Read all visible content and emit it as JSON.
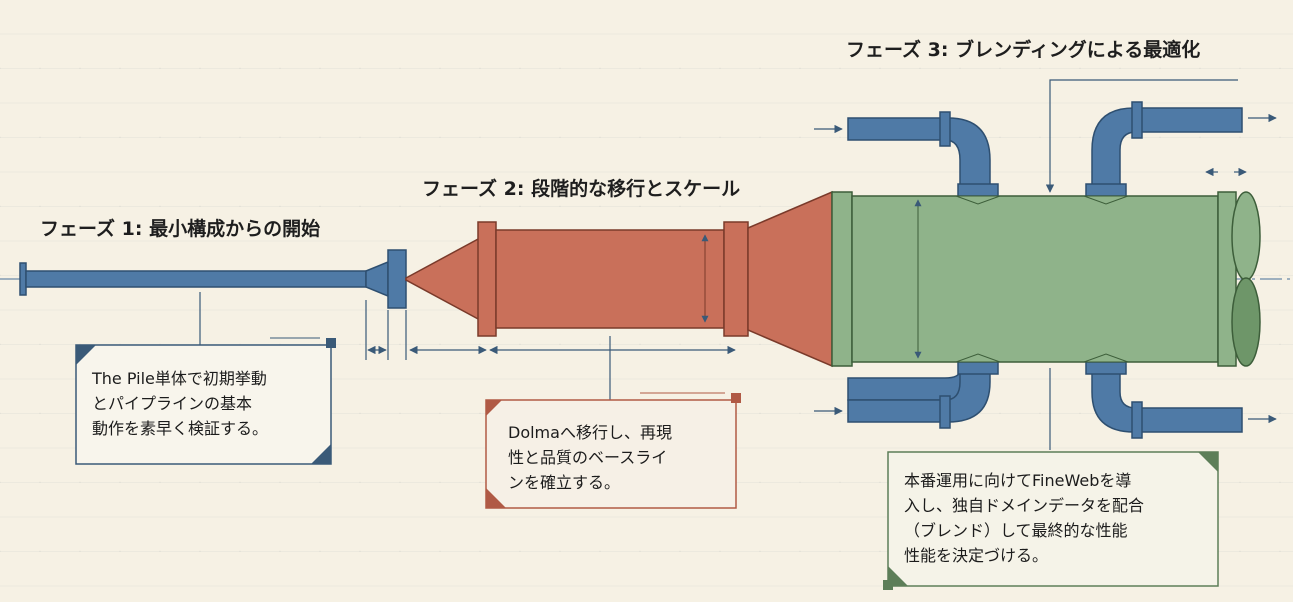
{
  "phases": [
    {
      "title": "フェーズ 1: 最小構成からの開始",
      "description": "The Pile単体で初期挙動\nとパイプラインの基本\n動作を素早く検証する。",
      "color": "#4f7aa6"
    },
    {
      "title": "フェーズ 2: 段階的な移行とスケール",
      "description": "Dolmaへ移行し、再現\n性と品質のベースライ\nンを確立する。",
      "color": "#c9705a"
    },
    {
      "title": "フェーズ 3: ブレンディングによる最適化",
      "description": "本番運用に向けてFineWebを導\n入し、独自ドメインデータを配合\n（ブレンド）して最終的な性能\n性能を決定づける。",
      "color": "#8fb38a"
    }
  ],
  "colors": {
    "background": "#f6f1e4",
    "pipe_blue": "#4f7aa6",
    "pipe_red": "#c9705a",
    "pipe_green": "#8fb38a",
    "line": "#2e5d87"
  }
}
